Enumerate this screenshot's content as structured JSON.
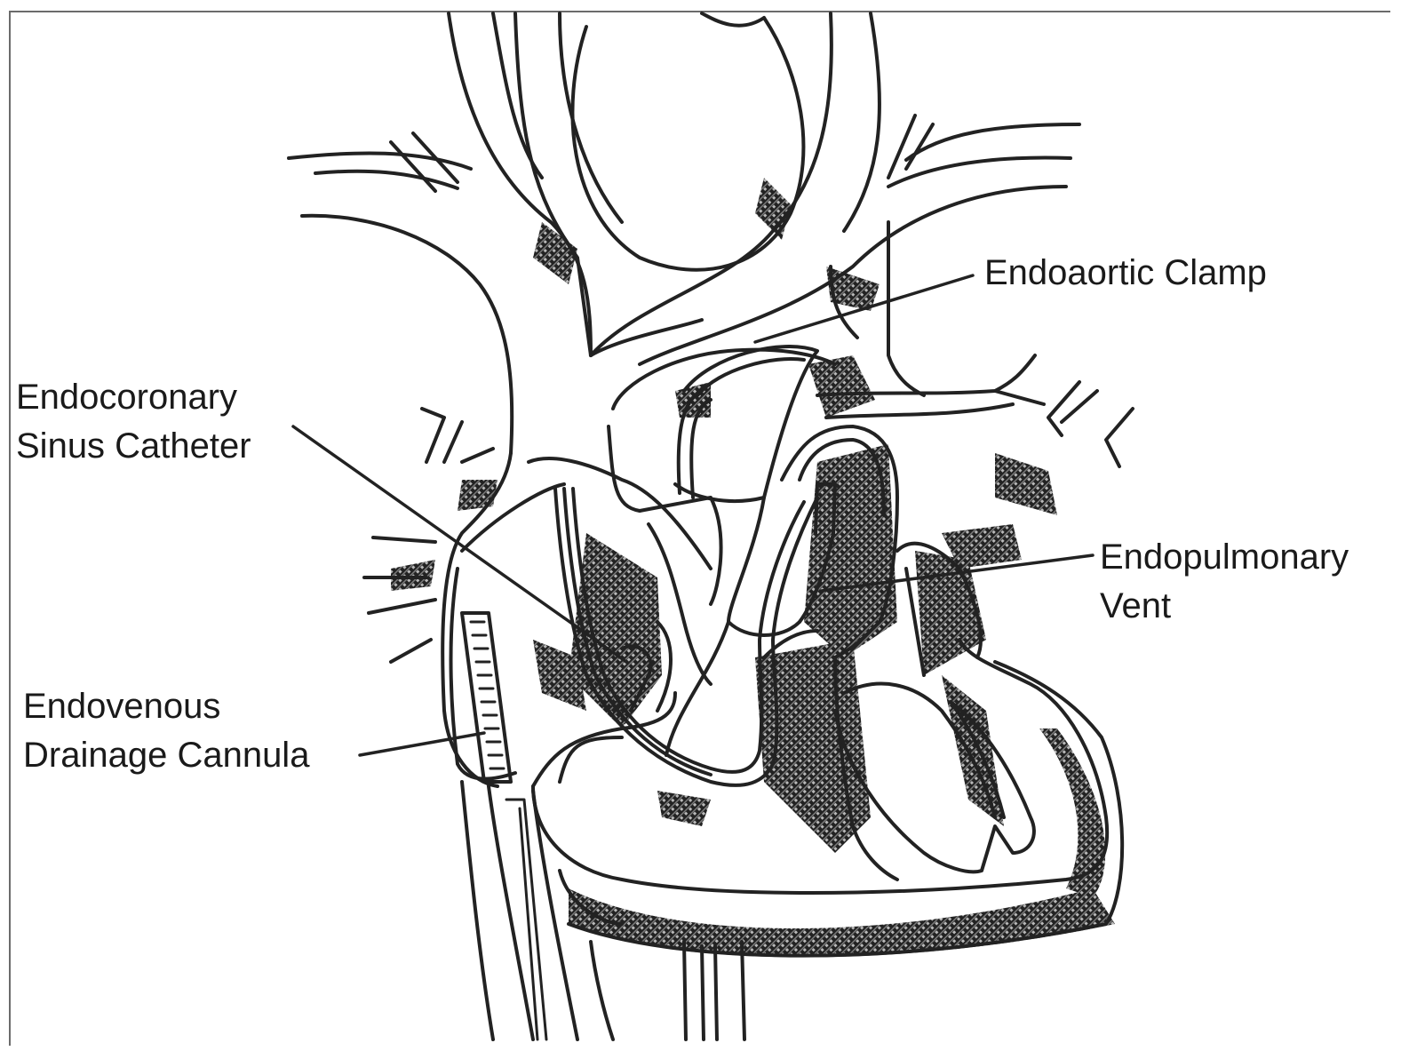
{
  "labels": {
    "endoaortic": {
      "line1": "Endoaortic Clamp"
    },
    "endocoronary": {
      "line1": "Endocoronary",
      "line2": "Sinus Catheter"
    },
    "endopulmonary": {
      "line1": "Endopulmonary",
      "line2": "Vent"
    },
    "endovenous": {
      "line1": "Endovenous",
      "line2": "Drainage Cannula"
    }
  },
  "colors": {
    "stroke": "#222222",
    "shade": "#8a8a8a",
    "frame": "#6b6b6b"
  }
}
